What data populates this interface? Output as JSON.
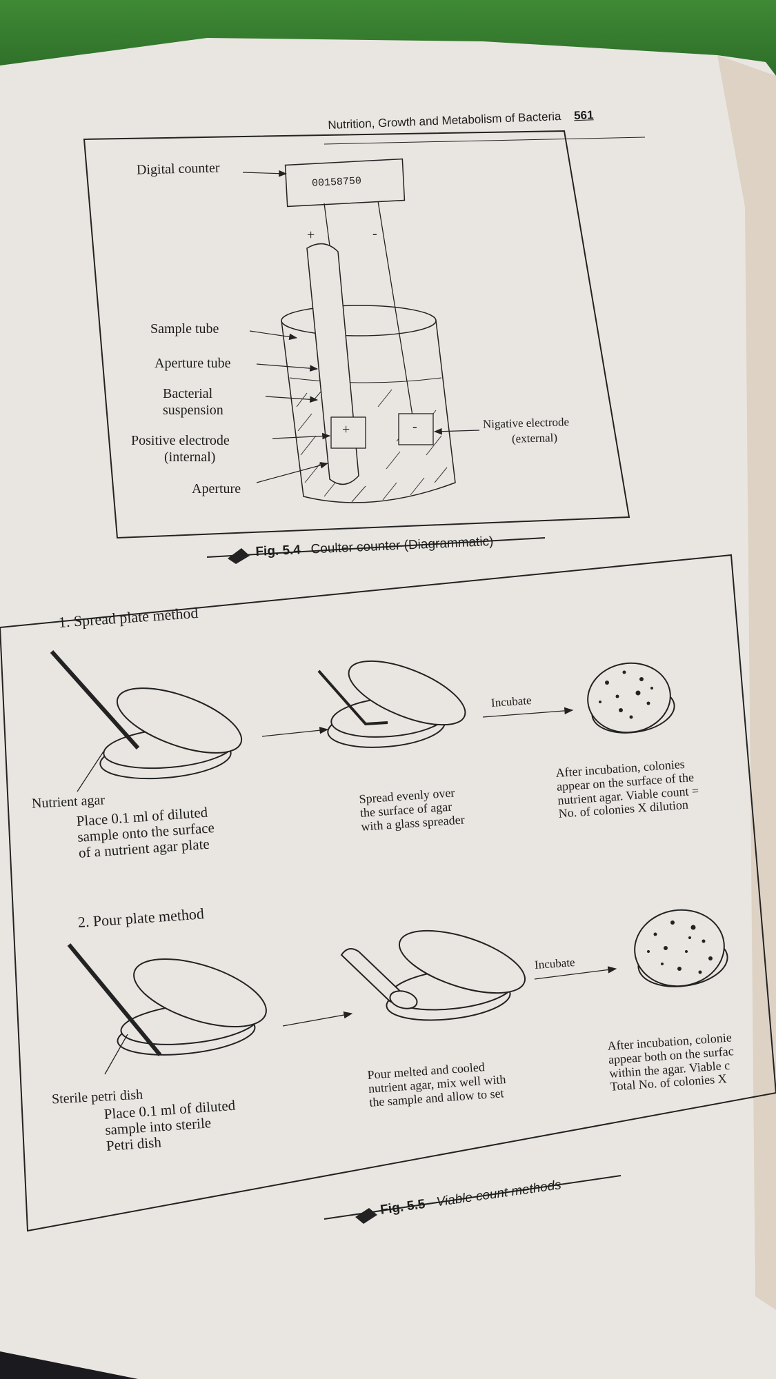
{
  "header": {
    "title": "Nutrition, Growth and Metabolism of Bacteria",
    "page_number": "561"
  },
  "fig54": {
    "labels": {
      "digital_counter": "Digital counter",
      "counter_value": "00158750",
      "plus": "+",
      "minus": "-",
      "sample_tube": "Sample tube",
      "aperture_tube": "Aperture tube",
      "bacterial_suspension_1": "Bacterial",
      "bacterial_suspension_2": "suspension",
      "positive_electrode_1": "Positive electrode",
      "positive_electrode_2": "(internal)",
      "aperture": "Aperture",
      "negative_electrode_1": "Nigative electrode",
      "negative_electrode_2": "(external)"
    },
    "caption_number": "Fig. 5.4",
    "caption_text": "Coulter counter (Diagrammatic)"
  },
  "fig55": {
    "spread": {
      "heading": "1.  Spread plate method",
      "incubate": "Incubate",
      "nutrient_agar": "Nutrient agar",
      "step1": [
        "Place 0.1 ml of diluted",
        "sample onto the surface",
        "of a nutrient agar plate"
      ],
      "step2": [
        "Spread evenly over",
        "the  surface of agar",
        "with a glass spreader"
      ],
      "step3": [
        "After incubation, colonies",
        "appear on the surface of the",
        "nutrient agar. Viable count =",
        "No. of colonies X dilution"
      ]
    },
    "pour": {
      "heading": "2.  Pour plate method",
      "incubate": "Incubate",
      "sterile_dish": "Sterile petri dish",
      "step1": [
        "Place 0.1 ml of diluted",
        "sample into sterile",
        "Petri dish"
      ],
      "step2": [
        "Pour melted and cooled",
        "nutrient agar, mix well with",
        "the sample and allow to set"
      ],
      "step3": [
        "After incubation, colonie",
        "appear both on the surfac",
        "within the agar. Viable c",
        "Total No. of colonies X"
      ]
    },
    "caption_number": "Fig. 5.5",
    "caption_text": "Viable count methods"
  }
}
